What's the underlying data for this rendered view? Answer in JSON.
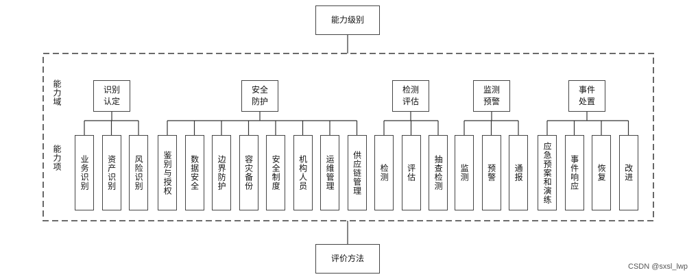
{
  "top": "能力级别",
  "bottom": "评价方法",
  "side_domain": "能力域",
  "side_items": "能力项",
  "domains": [
    {
      "label": "识别认定",
      "items": [
        "业务识别",
        "资产识别",
        "风险识别"
      ]
    },
    {
      "label": "安全防护",
      "items": [
        "鉴别与授权",
        "数据安全",
        "边界防护",
        "容灾备份",
        "安全制度",
        "机构人员",
        "运维管理",
        "供应链管理"
      ]
    },
    {
      "label": "检测评估",
      "items": [
        "检测",
        "评估",
        "抽查检测"
      ]
    },
    {
      "label": "监测预警",
      "items": [
        "监测",
        "预警",
        "通报"
      ]
    },
    {
      "label": "事件处置",
      "items": [
        "应急预案和演练",
        "事件响应",
        "恢复",
        "改进"
      ]
    }
  ],
  "credit": "CSDN @sxsl_lwp"
}
